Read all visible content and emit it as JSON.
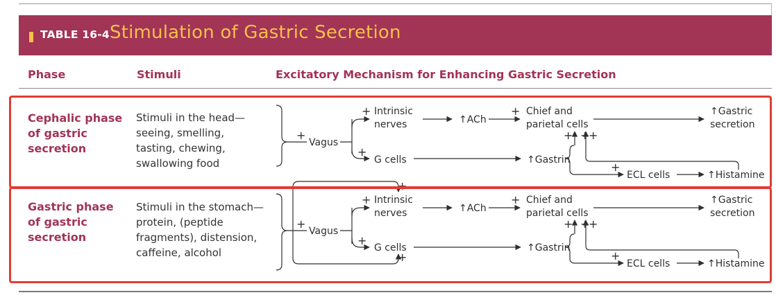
{
  "table": {
    "label": "TABLE 16-4",
    "title": "Stimulation of Gastric Secretion",
    "columns": [
      "Phase",
      "Stimuli",
      "Excitatory Mechanism for Enhancing Gastric Secretion"
    ]
  },
  "rows": [
    {
      "phase": [
        "Cephalic phase",
        "of gastric",
        "secretion"
      ],
      "stimuli": [
        "Stimuli in the head—",
        "seeing, smelling,",
        "tasting, chewing,",
        "swallowing food"
      ]
    },
    {
      "phase": [
        "Gastric phase",
        "of gastric",
        "secretion"
      ],
      "stimuli": [
        "Stimuli in the stomach—",
        "protein, (peptide",
        "fragments), distension,",
        "caffeine, alcohol"
      ]
    }
  ],
  "mechanism": {
    "plus": "+",
    "vagus": "Vagus",
    "intrinsic_nerves": [
      "Intrinsic",
      "nerves"
    ],
    "g_cells": "G cells",
    "ach": "↑ACh",
    "gastrin": "↑Gastrin",
    "chief_parietal": [
      "Chief and",
      "parietal cells"
    ],
    "ecl_cells": "ECL cells",
    "histamine": "↑Histamine",
    "gastric_secretion": [
      "↑Gastric",
      "secretion"
    ]
  },
  "colors": {
    "banner": "#a23456",
    "title_accent": "#f6c04b",
    "phase_text": "#a23456",
    "highlight": "#e03c33"
  }
}
